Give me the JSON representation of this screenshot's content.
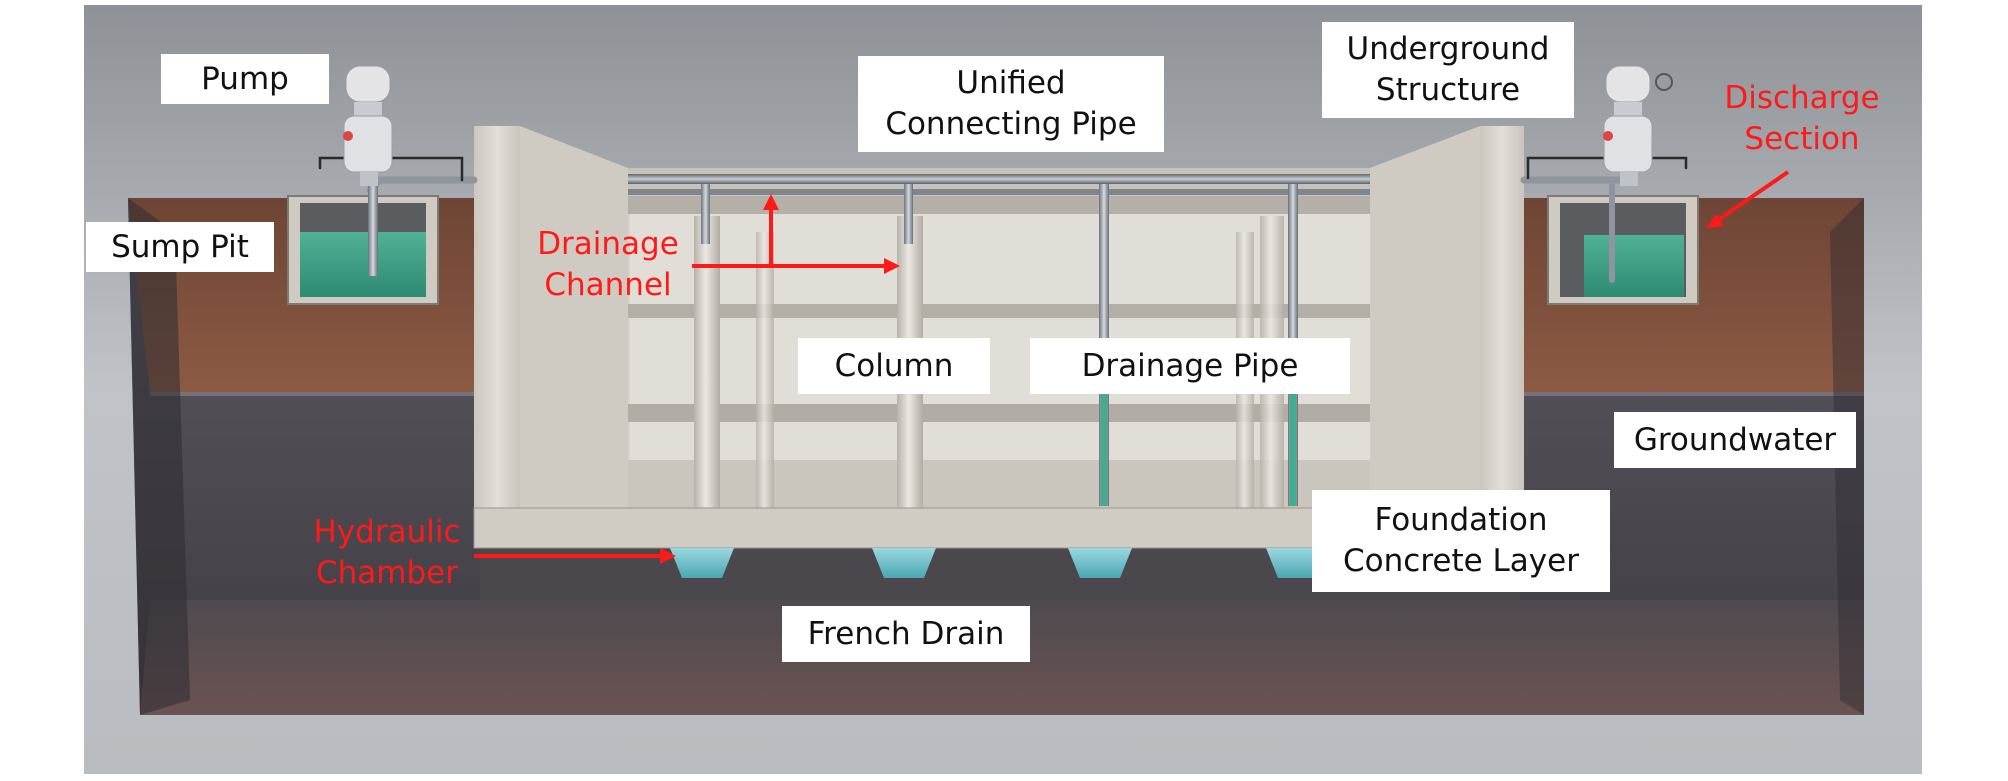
{
  "colors": {
    "annotation": "#ff1a1a",
    "background": "#a2a6ab",
    "soil_top": "#7a4e3b",
    "groundwater": "#4f4d55",
    "concrete": "#d7d3cb",
    "pipe": "#8e949e",
    "water": "#3fa88a"
  },
  "labels": {
    "pump": "Pump",
    "sump_pit": "Sump Pit",
    "unified_connecting_pipe": "Unified\nConnecting Pipe",
    "underground_structure": "Underground\nStructure",
    "column": "Column",
    "drainage_pipe": "Drainage Pipe",
    "groundwater": "Groundwater",
    "foundation_concrete_layer": "Foundation\nConcrete Layer",
    "french_drain": "French Drain"
  },
  "annotations": {
    "discharge_section": "Discharge\nSection",
    "drainage_channel": "Drainage\nChannel",
    "hydraulic_chamber": "Hydraulic\nChamber"
  }
}
